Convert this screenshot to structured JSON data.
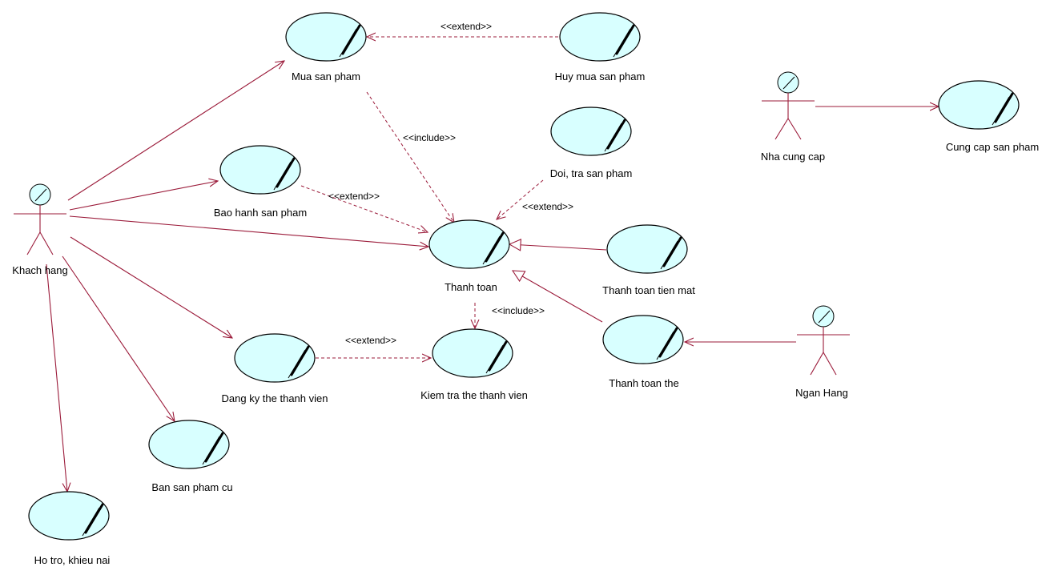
{
  "diagram": {
    "actors": {
      "khach_hang": "Khach hang",
      "nha_cung_cap": "Nha cung cap",
      "ngan_hang": "Ngan Hang"
    },
    "use_cases": {
      "mua_san_pham": "Mua san pham",
      "huy_mua_san_pham": "Huy mua san pham",
      "doi_tra_san_pham": "Doi, tra san pham",
      "bao_hanh_san_pham": "Bao hanh san pham",
      "thanh_toan": "Thanh toan",
      "thanh_toan_tien_mat": "Thanh toan tien mat",
      "thanh_toan_the": "Thanh toan the",
      "dang_ky_the_thanh_vien": "Dang ky the thanh vien",
      "kiem_tra_the_thanh_vien": "Kiem tra the thanh vien",
      "ban_san_pham_cu": "Ban san pham cu",
      "ho_tro_khieu_nai": "Ho tro, khieu nai",
      "cung_cap_san_pham": "Cung cap san pham"
    },
    "stereotypes": {
      "extend_huy": "<<extend>>",
      "include_mua": "<<include>>",
      "extend_bao_hanh": "<<extend>>",
      "extend_doi_tra": "<<extend>>",
      "include_thanh_toan": "<<include>>",
      "extend_dang_ky": "<<extend>>"
    },
    "colors": {
      "use_case_fill": "#d8ffff",
      "line": "#9b1b3a",
      "outline": "#000000"
    }
  }
}
